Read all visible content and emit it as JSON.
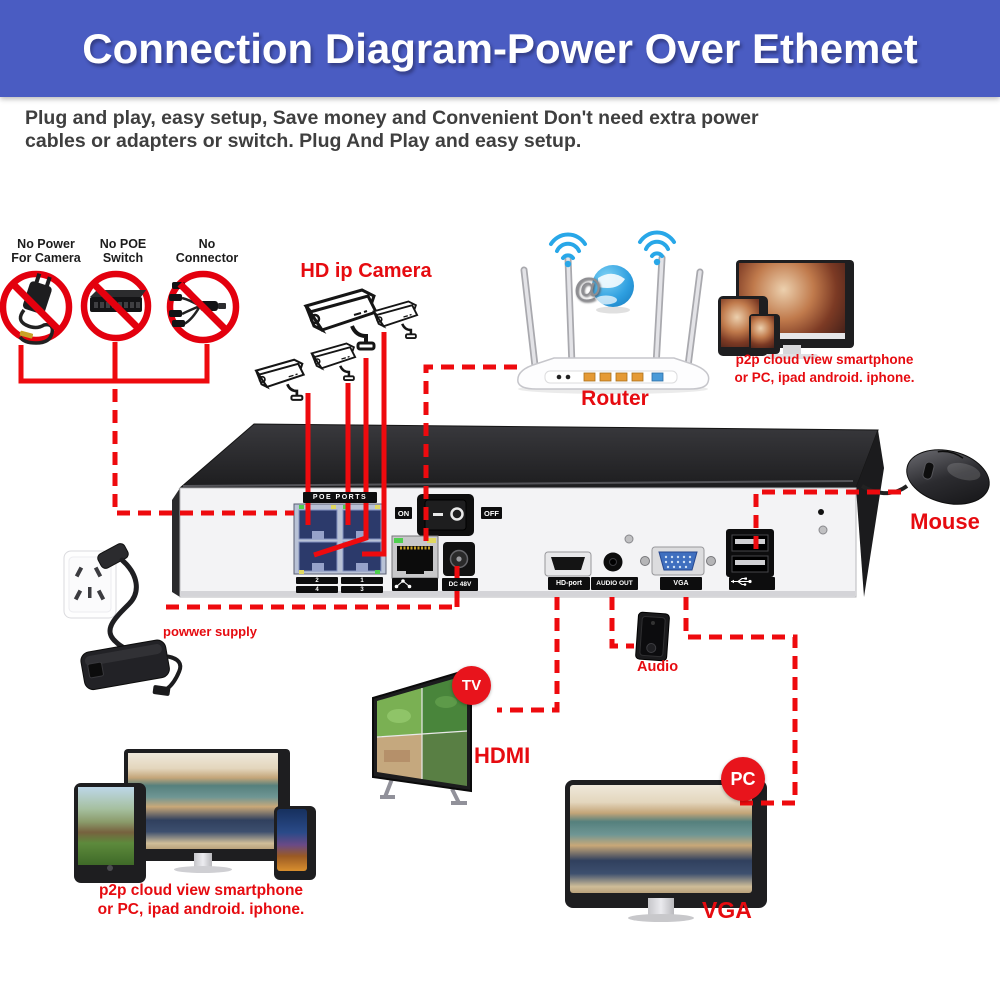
{
  "header": {
    "title": "Connection Diagram-Power Over Ethemet"
  },
  "intro": {
    "line1": "Plug and play, easy setup, Save money and Convenient Don't need extra power",
    "line2": "cables or adapters or switch. Plug And Play and easy setup."
  },
  "prohibitions": {
    "item1": {
      "line1": "No Power",
      "line2": "For Camera"
    },
    "item2": {
      "line1": "No POE",
      "line2": "Switch"
    },
    "item3": {
      "line1": "No",
      "line2": "Connector"
    }
  },
  "labels": {
    "hd_ip_camera": "HD ip Camera",
    "router": "Router",
    "mouse": "Mouse",
    "hdmi": "HDMI",
    "vga_monitor": "VGA",
    "audio": "Audio",
    "power_supply": "powwer supply"
  },
  "badges": {
    "tv": "TV",
    "pc": "PC"
  },
  "router_at": "@",
  "p2p_top": {
    "line1": "p2p cloud view smartphone",
    "line2": "or PC, ipad android. iphone."
  },
  "p2p_bottom": {
    "line1": "p2p cloud view smartphone",
    "line2": "or PC, ipad android. iphone."
  },
  "nvr": {
    "poe_ports": "POE PORTS",
    "on": "ON",
    "off": "OFF",
    "dc48v": "DC 48V",
    "hd_port": "HD-port",
    "audio_out": "AUDIO OUT",
    "vga": "VGA",
    "port_numbers": {
      "p2": "2",
      "p1": "1",
      "p4": "4",
      "p3": "3"
    }
  },
  "colors": {
    "banner_blue": "#4a5cc2",
    "line_red": "#ee0a0e",
    "text_red": "#e60b10"
  }
}
